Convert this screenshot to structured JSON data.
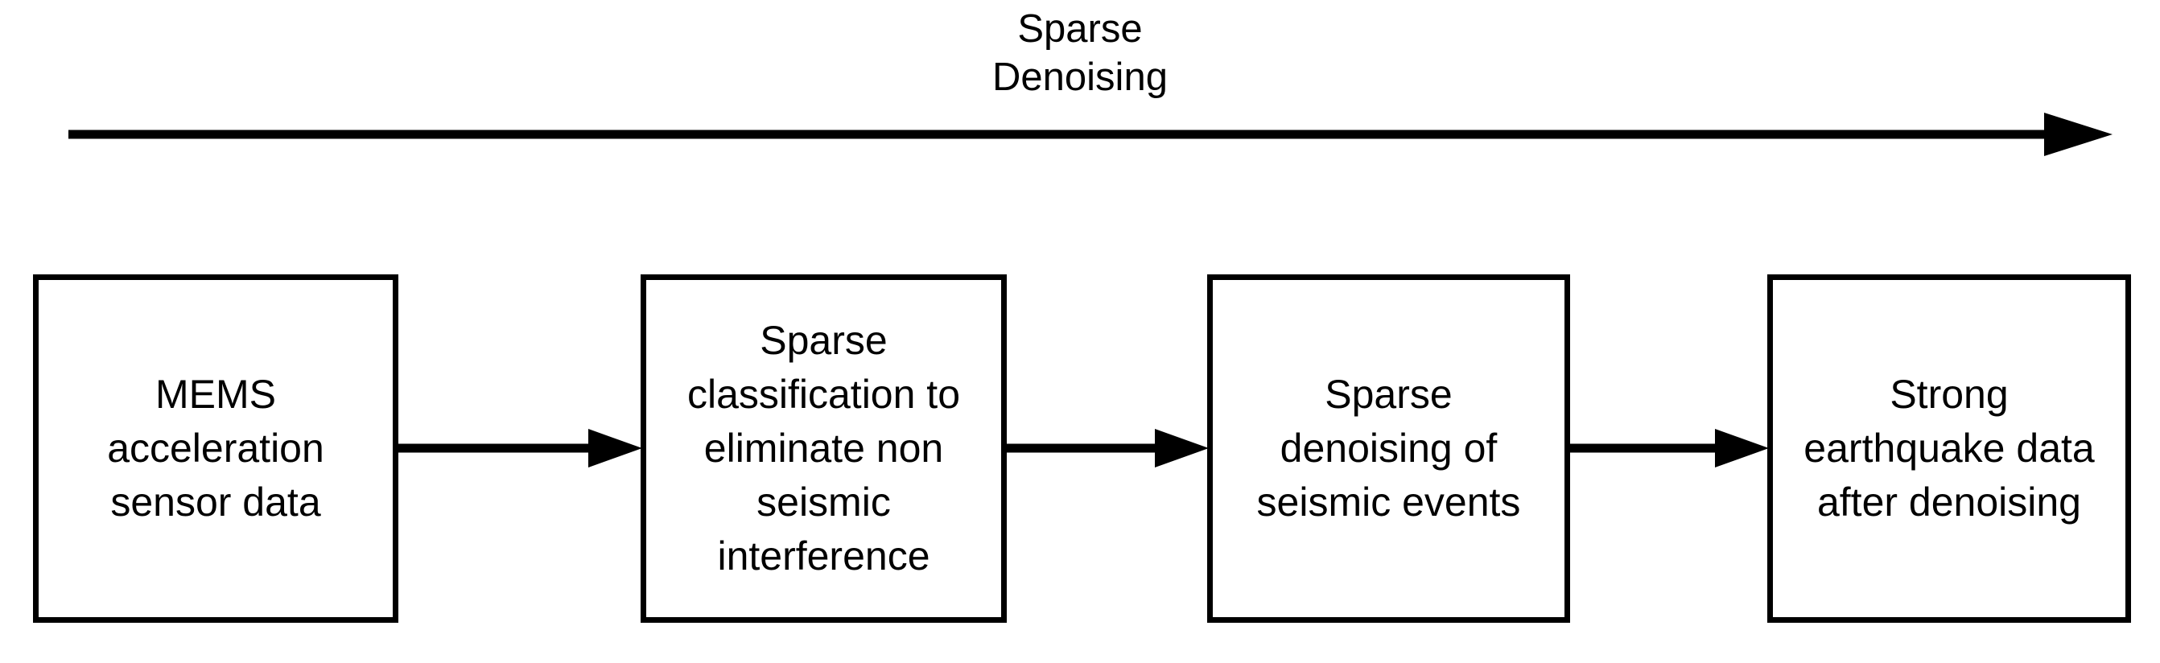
{
  "diagram": {
    "title": "Sparse\nDenoising",
    "title_lines": [
      "Sparse",
      "Denoising"
    ],
    "background_color": "#ffffff",
    "stroke_color": "#000000",
    "top_arrow": {
      "name": "sparse-denoising-direction-arrow",
      "direction": "left-to-right",
      "label": "Sparse Denoising"
    },
    "steps": [
      {
        "id": "step-1",
        "label": "MEMS\nacceleration\nsensor data",
        "lines": [
          "MEMS",
          "acceleration",
          "sensor data"
        ]
      },
      {
        "id": "step-2",
        "label": "Sparse\nclassification to\neliminate non\nseismic\ninterference",
        "lines": [
          "Sparse",
          "classification to",
          "eliminate non",
          "seismic",
          "interference"
        ]
      },
      {
        "id": "step-3",
        "label": "Sparse\ndenoising of\nseismic events",
        "lines": [
          "Sparse",
          "denoising of",
          "seismic events"
        ]
      },
      {
        "id": "step-4",
        "label": "Strong\nearthquake data\nafter denoising",
        "lines": [
          "Strong",
          "earthquake data",
          "after denoising"
        ]
      }
    ],
    "connectors": [
      {
        "id": "connector-1-2",
        "from": "step-1",
        "to": "step-2",
        "style": "solid-arrow"
      },
      {
        "id": "connector-2-3",
        "from": "step-2",
        "to": "step-3",
        "style": "solid-arrow"
      },
      {
        "id": "connector-3-4",
        "from": "step-3",
        "to": "step-4",
        "style": "solid-arrow"
      }
    ]
  }
}
